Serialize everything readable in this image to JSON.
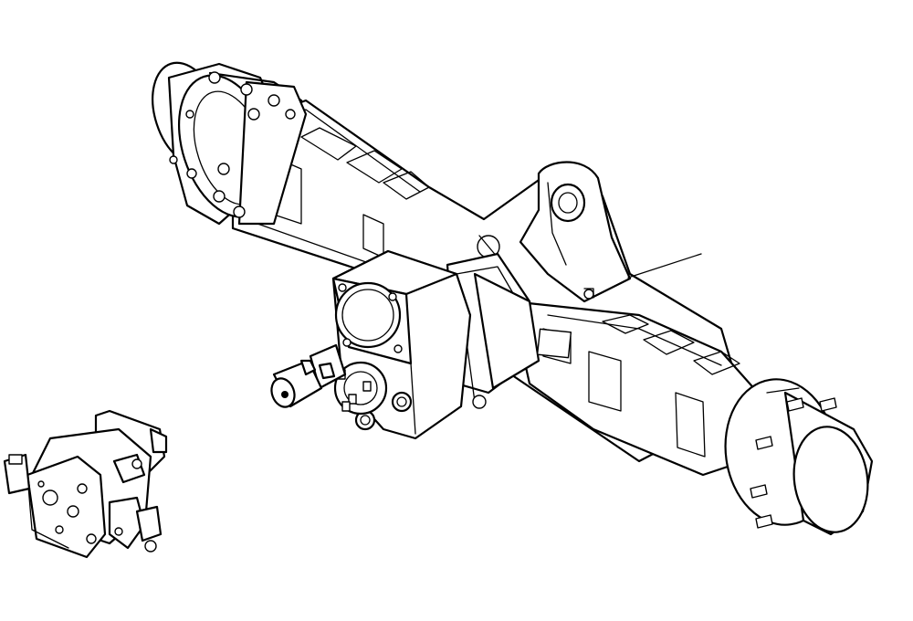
{
  "drawing": {
    "kind": "technical line drawing",
    "colors": {
      "line": "#000000",
      "paper": "#ffffff"
    },
    "parts": [
      {
        "id": "axle-assembly",
        "icon": "axle-icon"
      },
      {
        "id": "hydraulic-motor",
        "icon": "motor-icon"
      }
    ],
    "callouts": 1
  }
}
